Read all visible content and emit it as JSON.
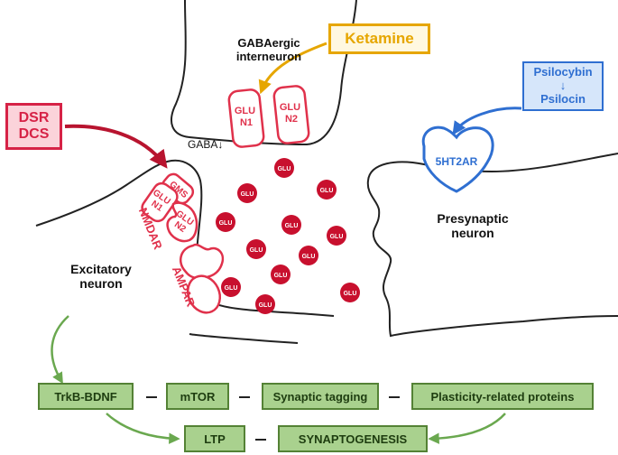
{
  "labels": {
    "gaba_interneuron": "GABAergic\ninterneuron",
    "gaba": "GABA↓",
    "presynaptic": "Presynaptic\nneuron",
    "excitatory": "Excitatory\nneuron",
    "nmdar": "NMDAR",
    "ampar": "AMPAR"
  },
  "drugs": {
    "ketamine": "Ketamine",
    "dsr_dcs": "DSR\nDCS",
    "psilocybin": "Psilocybin\n↓\nPsilocin"
  },
  "receptors": {
    "glun1_top": "GLU\nN1",
    "glun2_top": "GLU\nN2",
    "gms": "GMS",
    "glun1_post": "GLU\nN1",
    "glun2_post": "GLU\nN2",
    "ht2ar": "5HT2AR"
  },
  "glu_label": "GLU",
  "pathway": {
    "row1": [
      "TrkB-BDNF",
      "mTOR",
      "Synaptic tagging",
      "Plasticity-related proteins"
    ],
    "row2": [
      "LTP",
      "SYNAPTOGENESIS"
    ]
  },
  "colors": {
    "receptor_red": "#e0314b",
    "glu_dot": "#c8102e",
    "ketamine": "#e6a600",
    "ketamine_fill": "#fff8e1",
    "dsr": "#d62246",
    "dsr_fill": "#fbd3da",
    "psilo": "#2f6fd1",
    "psilo_fill": "#d6e6fa",
    "green_fill": "#a9d18e",
    "green_border": "#548235",
    "green_arrow": "#6aa84f"
  }
}
